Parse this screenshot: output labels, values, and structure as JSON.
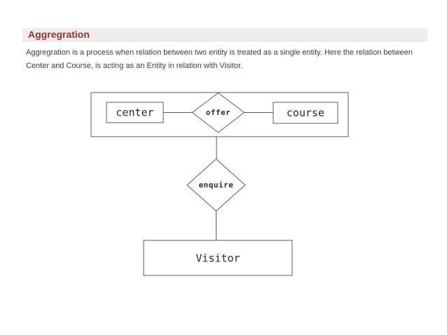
{
  "header": {
    "title": "Aggregration"
  },
  "description": {
    "text": "Aggregration is a process when relation between two entity is treated as a single entity. Here the relation between Center and Course, is acting as an Entity in relation with Visitor."
  },
  "colors": {
    "heading_text": "#9e3034",
    "heading_bar_bg": "#efeeec",
    "body_text": "#3d3d3d",
    "diagram_stroke": "#5b5b5b",
    "diagram_text": "#2b2b2b",
    "background": "#ffffff"
  },
  "diagram": {
    "type": "er-aggregation-diagram",
    "aggregation": {
      "left_entity": {
        "label": "center",
        "shape": "rectangle"
      },
      "relationship": {
        "label": "offer",
        "shape": "diamond"
      },
      "right_entity": {
        "label": "course",
        "shape": "rectangle"
      }
    },
    "outer_relationship": {
      "label": "enquire",
      "shape": "diamond"
    },
    "outer_entity": {
      "label": "Visitor",
      "shape": "rectangle"
    }
  }
}
